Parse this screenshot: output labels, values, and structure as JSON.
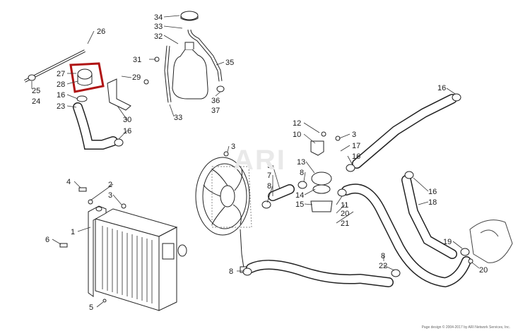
{
  "callouts": [
    {
      "key": "c34",
      "text": "34"
    },
    {
      "key": "c33a",
      "text": "33"
    },
    {
      "key": "c32",
      "text": "32"
    },
    {
      "key": "c31",
      "text": "31"
    },
    {
      "key": "c35",
      "text": "35"
    },
    {
      "key": "c36",
      "text": "36"
    },
    {
      "key": "c37",
      "text": "37"
    },
    {
      "key": "c33b",
      "text": "33"
    },
    {
      "key": "c29",
      "text": "29"
    },
    {
      "key": "c30",
      "text": "30"
    },
    {
      "key": "c26",
      "text": "26"
    },
    {
      "key": "c27",
      "text": "27"
    },
    {
      "key": "c28",
      "text": "28"
    },
    {
      "key": "c16a",
      "text": "16"
    },
    {
      "key": "c23",
      "text": "23"
    },
    {
      "key": "c25",
      "text": "25"
    },
    {
      "key": "c24",
      "text": "24"
    },
    {
      "key": "c16b",
      "text": "16"
    },
    {
      "key": "c16c",
      "text": "16"
    },
    {
      "key": "c12",
      "text": "12"
    },
    {
      "key": "c10",
      "text": "10"
    },
    {
      "key": "c3a",
      "text": "3"
    },
    {
      "key": "c17",
      "text": "17"
    },
    {
      "key": "c16d",
      "text": "16"
    },
    {
      "key": "c13",
      "text": "13"
    },
    {
      "key": "c8a",
      "text": "8"
    },
    {
      "key": "c14",
      "text": "14"
    },
    {
      "key": "c15",
      "text": "15"
    },
    {
      "key": "c11",
      "text": "11"
    },
    {
      "key": "c20a",
      "text": "20"
    },
    {
      "key": "c21",
      "text": "21"
    },
    {
      "key": "c16e",
      "text": "16"
    },
    {
      "key": "c18",
      "text": "18"
    },
    {
      "key": "c3b",
      "text": "3"
    },
    {
      "key": "c9",
      "text": "9"
    },
    {
      "key": "c7",
      "text": "7"
    },
    {
      "key": "c8b",
      "text": "8"
    },
    {
      "key": "c4",
      "text": "4"
    },
    {
      "key": "c2",
      "text": "2"
    },
    {
      "key": "c3c",
      "text": "3"
    },
    {
      "key": "c1",
      "text": "1"
    },
    {
      "key": "c6",
      "text": "6"
    },
    {
      "key": "c5",
      "text": "5"
    },
    {
      "key": "c8c",
      "text": "8"
    },
    {
      "key": "c8d",
      "text": "8"
    },
    {
      "key": "c22",
      "text": "22"
    },
    {
      "key": "c19",
      "text": "19"
    },
    {
      "key": "c20b",
      "text": "20"
    }
  ],
  "highlight_color": "#b01414",
  "watermark": "ARI",
  "footer": "Page design © 2004-2017 by ARI Network Services, Inc."
}
